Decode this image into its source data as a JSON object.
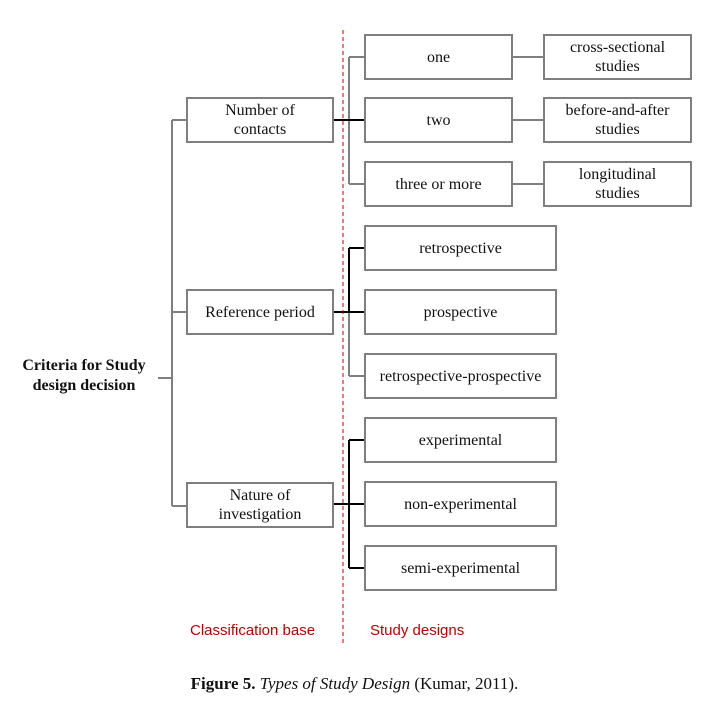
{
  "root": {
    "line1": "Criteria for Study",
    "line2": "design decision"
  },
  "bases": [
    {
      "label": "Number of\ncontacts"
    },
    {
      "label": "Reference period"
    },
    {
      "label": "Nature of\ninvestigation"
    }
  ],
  "designs": [
    {
      "label": "one"
    },
    {
      "label": "two"
    },
    {
      "label": "three or more"
    },
    {
      "label": "retrospective"
    },
    {
      "label": "prospective"
    },
    {
      "label": "retrospective-prospective"
    },
    {
      "label": "experimental"
    },
    {
      "label": "non-experimental"
    },
    {
      "label": "semi-experimental"
    }
  ],
  "outcomes": [
    {
      "label": "cross-sectional\nstudies"
    },
    {
      "label": "before-and-after\nstudies"
    },
    {
      "label": "longitudinal\nstudies"
    }
  ],
  "footer": {
    "left": "Classification base",
    "right": "Study designs"
  },
  "caption": {
    "number": "Figure 5.",
    "title": "Types of Study Design",
    "citation": "(Kumar, 2011)."
  },
  "colors": {
    "divider": "#c00000",
    "box_border": "#7f7f7f",
    "connector_dark": "#000000",
    "connector_light": "#7f7f7f"
  }
}
